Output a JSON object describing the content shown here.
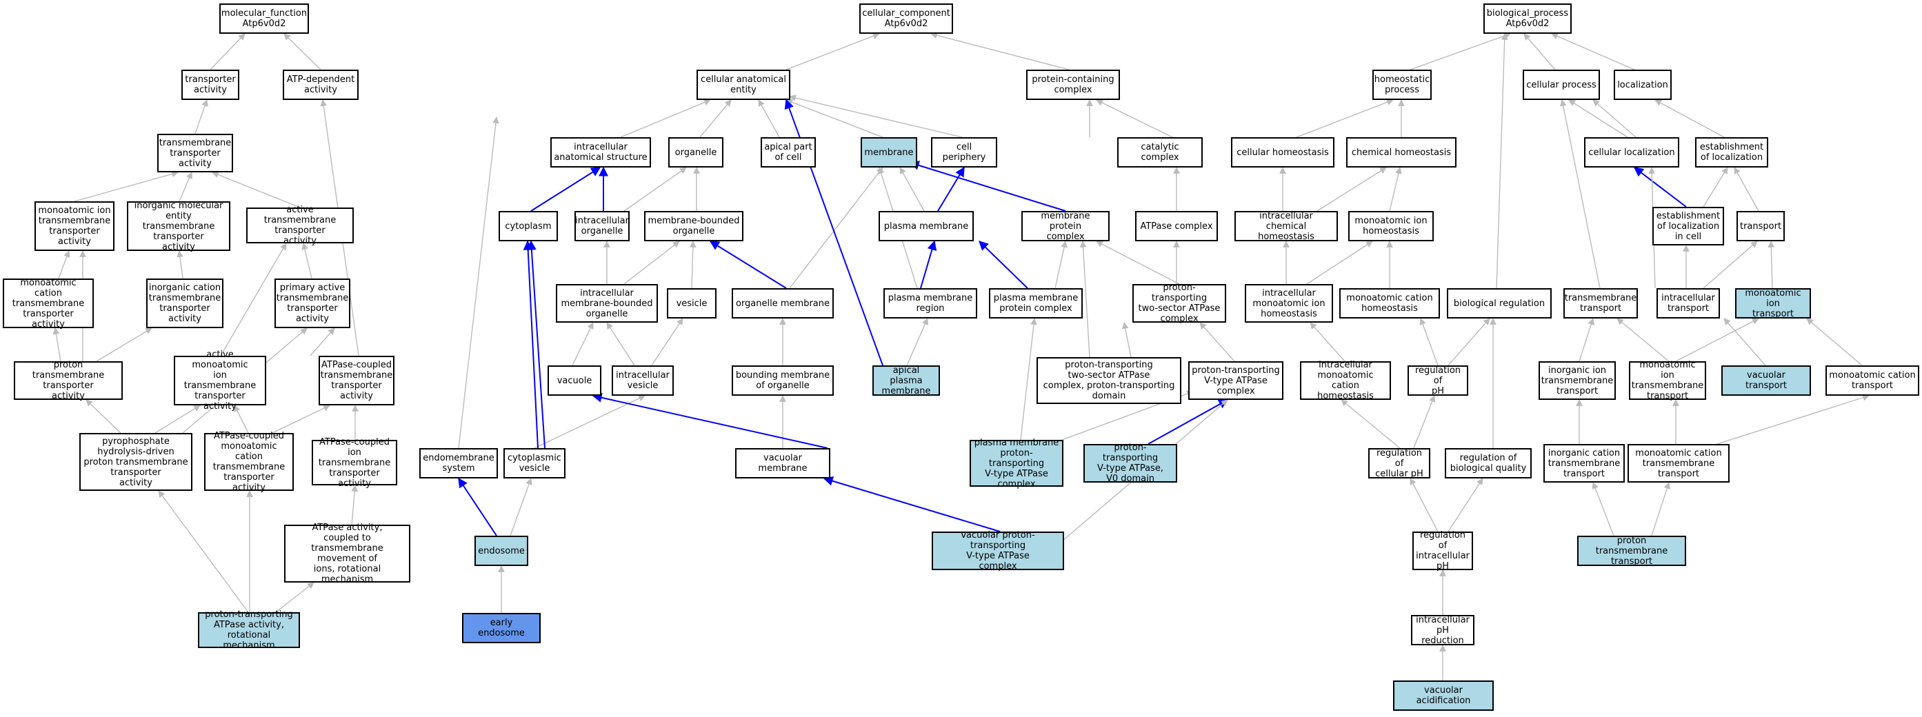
{
  "colors": {
    "edge_default": "#bbbbbb",
    "edge_highlight": "#0000ff",
    "node_highlight": "#add8e6",
    "node_focus": "#6495ed"
  },
  "nodes": {
    "mf": {
      "label": "molecular_function\nAtp6v0d2"
    },
    "transporter_activity": {
      "label": "transporter\nactivity"
    },
    "atp_dependent": {
      "label": "ATP-dependent\nactivity"
    },
    "tm_transporter": {
      "label": "transmembrane\ntransporter\nactivity"
    },
    "mono_ion_tm": {
      "label": "monoatomic ion\ntransmembrane\ntransporter\nactivity"
    },
    "inorg_mol_tm": {
      "label": "inorganic molecular\nentity transmembrane\ntransporter\nactivity"
    },
    "active_tm": {
      "label": "active transmembrane\ntransporter\nactivity"
    },
    "mono_cation_tm": {
      "label": "monoatomic cation\ntransmembrane\ntransporter\nactivity"
    },
    "inorg_cation_tm": {
      "label": "inorganic cation\ntransmembrane\ntransporter\nactivity"
    },
    "primary_active": {
      "label": "primary active\ntransmembrane\ntransporter\nactivity"
    },
    "proton_tm_act": {
      "label": "proton transmembrane\ntransporter\nactivity"
    },
    "active_mono_ion": {
      "label": "active monoatomic\nion transmembrane\ntransporter\nactivity"
    },
    "atpase_coupled_tm": {
      "label": "ATPase-coupled\ntransmembrane\ntransporter\nactivity"
    },
    "ppi_proton": {
      "label": "pyrophosphate\nhydrolysis-driven\nproton transmembrane\ntransporter\nactivity"
    },
    "atpase_mono_cation": {
      "label": "ATPase-coupled\nmonoatomic cation\ntransmembrane\ntransporter\nactivity"
    },
    "atpase_ion_tm": {
      "label": "ATPase-coupled\nion transmembrane\ntransporter\nactivity"
    },
    "atpase_rotational": {
      "label": "ATPase activity,\ncoupled to transmembrane\nmovement of\nions, rotational\nmechanism"
    },
    "proton_atpase_rot": {
      "label": "proton-transporting\nATPase activity,\nrotational mechanism"
    },
    "cc": {
      "label": "cellular_component\nAtp6v0d2"
    },
    "cae": {
      "label": "cellular anatomical\nentity"
    },
    "protein_complex": {
      "label": "protein-containing\ncomplex"
    },
    "intracellular_as": {
      "label": "intracellular\nanatomical structure"
    },
    "organelle": {
      "label": "organelle"
    },
    "apical_part": {
      "label": "apical part\nof cell"
    },
    "membrane": {
      "label": "membrane"
    },
    "cell_periphery": {
      "label": "cell periphery"
    },
    "catalytic_complex": {
      "label": "catalytic complex"
    },
    "cytoplasm": {
      "label": "cytoplasm"
    },
    "intracellular_org": {
      "label": "intracellular\norganelle"
    },
    "membrane_bounded": {
      "label": "membrane-bounded\norganelle"
    },
    "plasma_membrane": {
      "label": "plasma membrane"
    },
    "membrane_protein_complex": {
      "label": "membrane protein\ncomplex"
    },
    "atpase_complex": {
      "label": "ATPase complex"
    },
    "intra_mb_org": {
      "label": "intracellular\nmembrane-bounded\norganelle"
    },
    "vesicle": {
      "label": "vesicle"
    },
    "organelle_membrane": {
      "label": "organelle membrane"
    },
    "pm_region": {
      "label": "plasma membrane\nregion"
    },
    "pm_protein_complex": {
      "label": "plasma membrane\nprotein complex"
    },
    "proton_two_sector": {
      "label": "proton-transporting\ntwo-sector ATPase\ncomplex"
    },
    "vacuole": {
      "label": "vacuole"
    },
    "intra_vesicle": {
      "label": "intracellular\nvesicle"
    },
    "bounding_membrane": {
      "label": "bounding membrane\nof organelle"
    },
    "apical_pm": {
      "label": "apical plasma\nmembrane"
    },
    "two_sector_domain": {
      "label": "proton-transporting\ntwo-sector ATPase\ncomplex, proton-transporting\ndomain"
    },
    "vtype_complex": {
      "label": "proton-transporting\nV-type ATPase\ncomplex"
    },
    "endomembrane": {
      "label": "endomembrane\nsystem"
    },
    "cyto_vesicle": {
      "label": "cytoplasmic\nvesicle"
    },
    "vacuolar_membrane": {
      "label": "vacuolar membrane"
    },
    "pm_vtype": {
      "label": "plasma membrane\nproton-transporting\nV-type ATPase\ncomplex"
    },
    "v0_domain": {
      "label": "proton-transporting\nV-type ATPase,\nV0 domain"
    },
    "endosome": {
      "label": "endosome"
    },
    "vac_vtype": {
      "label": "vacuolar proton-transporting\nV-type ATPase\ncomplex"
    },
    "early_endosome": {
      "label": "early endosome"
    },
    "bp": {
      "label": "biological_process\nAtp6v0d2"
    },
    "homeostatic": {
      "label": "homeostatic\nprocess"
    },
    "cellular_process": {
      "label": "cellular process"
    },
    "localization": {
      "label": "localization"
    },
    "cellular_homeostasis": {
      "label": "cellular homeostasis"
    },
    "chemical_homeostasis": {
      "label": "chemical homeostasis"
    },
    "cellular_localization": {
      "label": "cellular localization"
    },
    "establishment_loc": {
      "label": "establishment\nof localization"
    },
    "intra_chem_homeo": {
      "label": "intracellular\nchemical homeostasis"
    },
    "mono_ion_homeo": {
      "label": "monoatomic ion\nhomeostasis"
    },
    "est_loc_cell": {
      "label": "establishment\nof localization\nin cell"
    },
    "transport": {
      "label": "transport"
    },
    "intra_mono_ion_homeo": {
      "label": "intracellular\nmonoatomic ion\nhomeostasis"
    },
    "mono_cation_homeo": {
      "label": "monoatomic cation\nhomeostasis"
    },
    "biological_regulation": {
      "label": "biological regulation"
    },
    "tm_transport": {
      "label": "transmembrane\ntransport"
    },
    "intra_transport": {
      "label": "intracellular\ntransport"
    },
    "mono_ion_transport": {
      "label": "monoatomic ion\ntransport"
    },
    "intra_mono_cation_homeo": {
      "label": "intracellular\nmonoatomic cation\nhomeostasis"
    },
    "reg_ph": {
      "label": "regulation of\npH"
    },
    "inorg_ion_tm_transport": {
      "label": "inorganic ion\ntransmembrane\ntransport"
    },
    "mono_ion_tm_transport": {
      "label": "monoatomic ion\ntransmembrane\ntransport"
    },
    "vacuolar_transport": {
      "label": "vacuolar transport"
    },
    "mono_cation_transport": {
      "label": "monoatomic cation\ntransport"
    },
    "reg_cell_ph": {
      "label": "regulation of\ncellular pH"
    },
    "reg_bio_quality": {
      "label": "regulation of\nbiological quality"
    },
    "inorg_cation_tm_transport": {
      "label": "inorganic cation\ntransmembrane\ntransport"
    },
    "mono_cation_tm_transport": {
      "label": "monoatomic cation\ntransmembrane\ntransport"
    },
    "reg_intra_ph": {
      "label": "regulation of\nintracellular\npH"
    },
    "proton_tm_transport": {
      "label": "proton transmembrane\ntransport"
    },
    "intra_ph_reduction": {
      "label": "intracellular\npH reduction"
    },
    "vacuolar_acidification": {
      "label": "vacuolar acidification"
    }
  }
}
